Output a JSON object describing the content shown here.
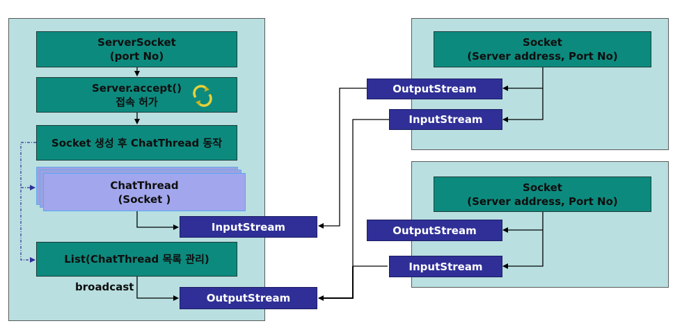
{
  "server": {
    "server_socket": {
      "line1": "ServerSocket",
      "line2": "(port No)"
    },
    "accept": {
      "line1": "Server.accept()",
      "line2": "접속 허가"
    },
    "socket_create": "Socket 생성 후 ChatThread  동작",
    "chat_thread": {
      "line1": "ChatThread",
      "line2": "(Socket )"
    },
    "list": "List(ChatThread 목록 관리)",
    "broadcast": "broadcast",
    "input_stream": "InputStream",
    "output_stream": "OutputStream"
  },
  "clients": [
    {
      "socket": {
        "line1": "Socket",
        "line2": "(Server address, Port No)"
      },
      "output_stream": "OutputStream",
      "input_stream": "InputStream"
    },
    {
      "socket": {
        "line1": "Socket",
        "line2": "(Server address, Port No)"
      },
      "output_stream": "OutputStream",
      "input_stream": "InputStream"
    }
  ],
  "colors": {
    "panel": "#b9dfe0",
    "teal_box": "#0d8a7e",
    "stream_box": "#2f2f97",
    "thread_box": "#a2a6ec"
  },
  "icons": [
    "refresh-cycle-icon"
  ]
}
